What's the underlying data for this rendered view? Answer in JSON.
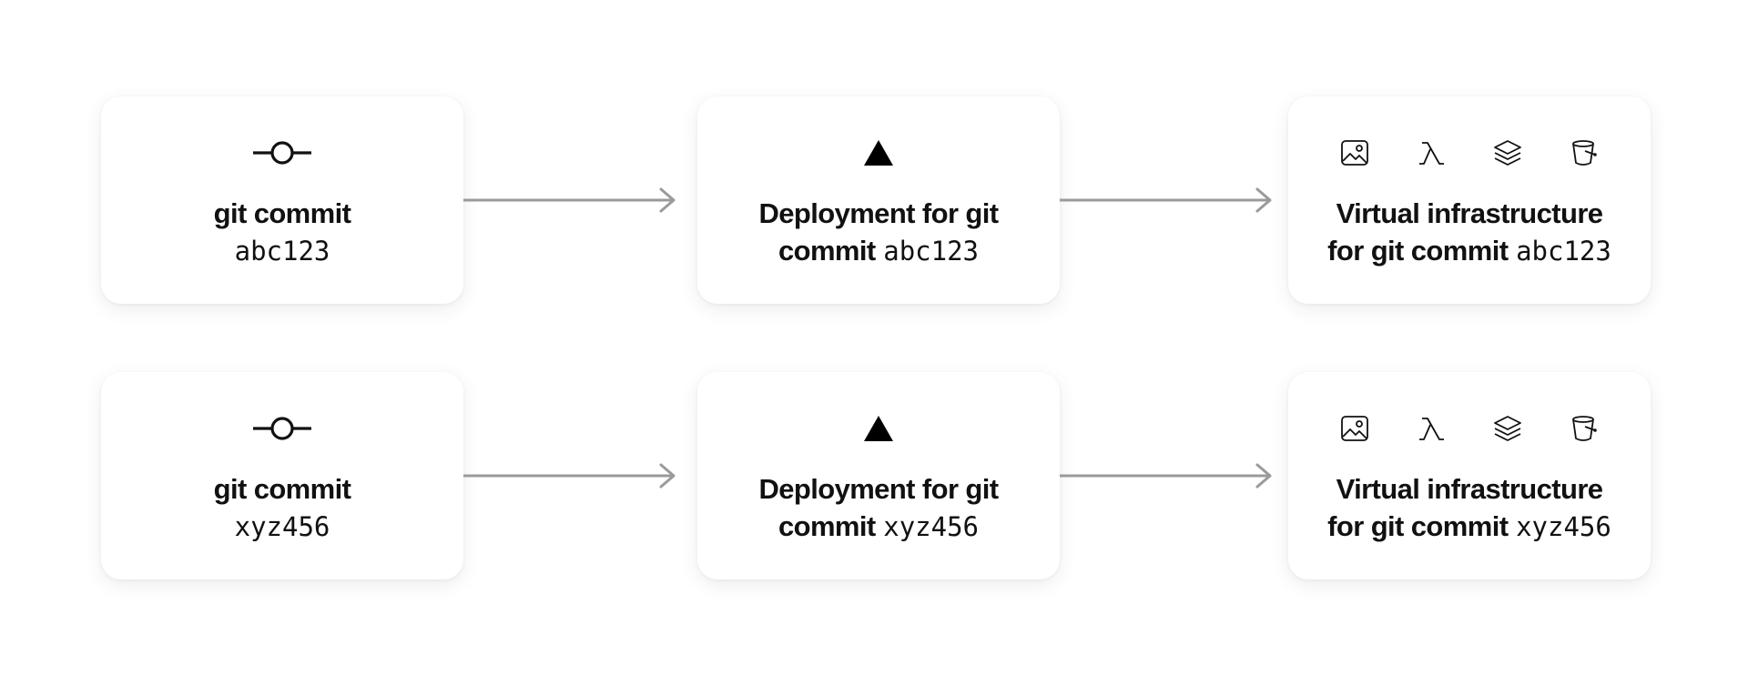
{
  "rows": [
    {
      "commit": {
        "title": "git commit",
        "hash": "abc123"
      },
      "deployment": {
        "title_line1": "Deployment for git",
        "title_line2": "commit",
        "hash": "abc123"
      },
      "infrastructure": {
        "title_line1": "Virtual infrastructure",
        "title_line2": "for git commit",
        "hash": "abc123"
      }
    },
    {
      "commit": {
        "title": "git commit",
        "hash": "xyz456"
      },
      "deployment": {
        "title_line1": "Deployment for git",
        "title_line2": "commit",
        "hash": "xyz456"
      },
      "infrastructure": {
        "title_line1": "Virtual infrastructure",
        "title_line2": "for git commit",
        "hash": "xyz456"
      }
    }
  ],
  "icons": {
    "commit": "git-commit-icon",
    "deployment": "triangle-icon",
    "infrastructure": [
      "image-icon",
      "lambda-icon",
      "layers-icon",
      "bucket-icon"
    ]
  },
  "colors": {
    "arrow": "#9a9a9a",
    "text": "#111111",
    "card": "#ffffff"
  }
}
